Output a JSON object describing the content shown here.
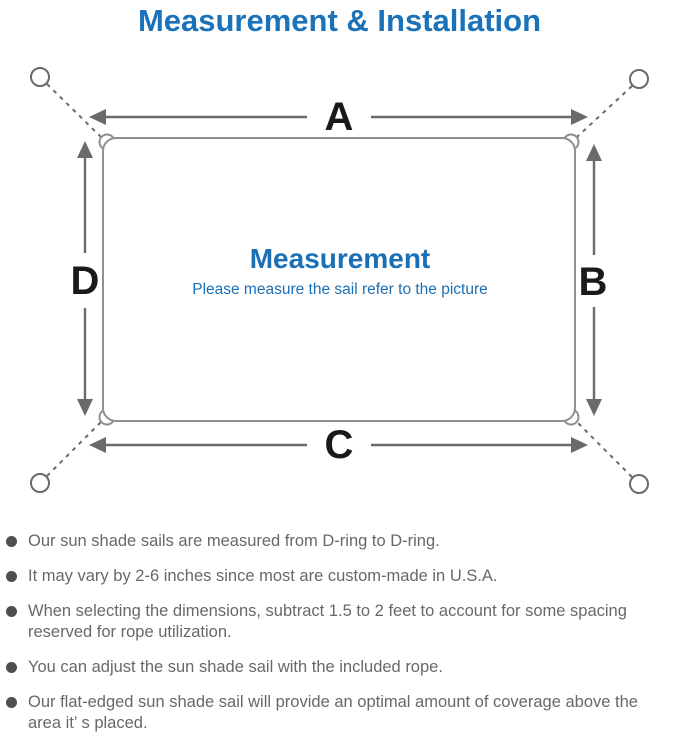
{
  "title": "Measurement & Installation",
  "diagram": {
    "label_top": "A",
    "label_right": "B",
    "label_bottom": "C",
    "label_left": "D",
    "center_title": "Measurement",
    "center_subtitle": "Please measure the sail refer to the picture"
  },
  "colors": {
    "title_blue": "#1a72ba",
    "center_blue": "#1b6fb5",
    "label_black": "#1a1a1a",
    "line_gray": "#8f8f8f",
    "arrow_gray": "#6a6a6a",
    "bullet_text": "#686868",
    "bullet_dot": "#4f4f4f",
    "background": "#ffffff"
  },
  "bullets": [
    "Our sun shade sails are measured from D-ring to D-ring.",
    "It may vary by 2-6 inches since most are custom-made in U.S.A.",
    "When selecting the dimensions, subtract 1.5 to 2 feet to account for some spacing reserved for rope utilization.",
    "You can adjust the sun shade sail with the included rope.",
    "Our flat-edged sun shade sail will provide an optimal amount of coverage above the area it’ s placed."
  ]
}
